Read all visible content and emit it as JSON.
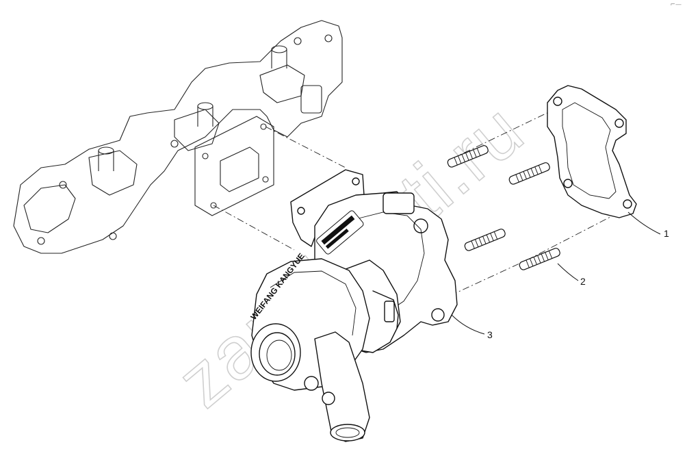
{
  "diagram": {
    "watermark": "zapchasti.ru",
    "housing_marking": "WEIFANG KANGYUE",
    "corner_mark": "⌐—"
  },
  "callouts": [
    {
      "id": "1",
      "label": "1"
    },
    {
      "id": "2",
      "label": "2"
    },
    {
      "id": "3",
      "label": "3"
    }
  ]
}
